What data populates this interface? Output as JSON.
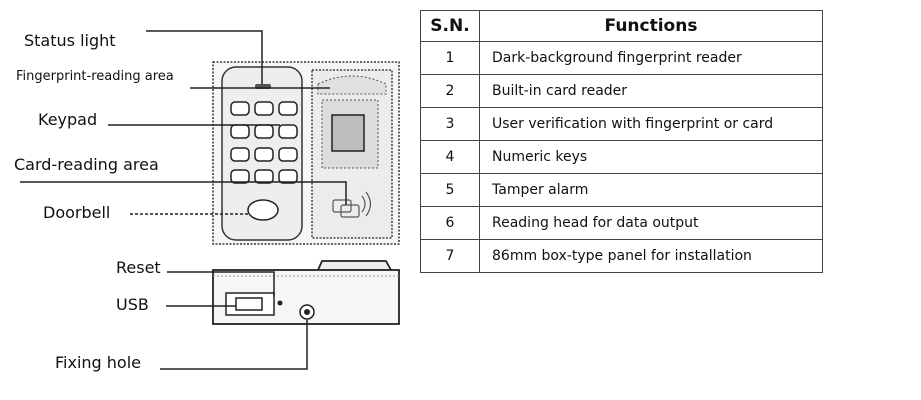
{
  "labels": {
    "status_light": "Status light",
    "fingerprint_area": "Fingerprint-reading area",
    "keypad": "Keypad",
    "card_area": "Card-reading area",
    "doorbell": "Doorbell",
    "reset": "Reset",
    "usb": "USB",
    "fixing_hole": "Fixing hole"
  },
  "table": {
    "headers": {
      "sn": "S.N.",
      "functions": "Functions"
    },
    "rows": [
      {
        "sn": "1",
        "text": "Dark-background fingerprint reader"
      },
      {
        "sn": "2",
        "text": "Built-in card reader"
      },
      {
        "sn": "3",
        "text": "User verification with fingerprint or card"
      },
      {
        "sn": "4",
        "text": "Numeric keys"
      },
      {
        "sn": "5",
        "text": "Tamper alarm"
      },
      {
        "sn": "6",
        "text": "Reading head for data output"
      },
      {
        "sn": "7",
        "text": "86mm box-type panel for installation"
      }
    ]
  },
  "colors": {
    "line": "#222222",
    "device_fill": "#f4f4f4",
    "dotted": "#888888"
  }
}
